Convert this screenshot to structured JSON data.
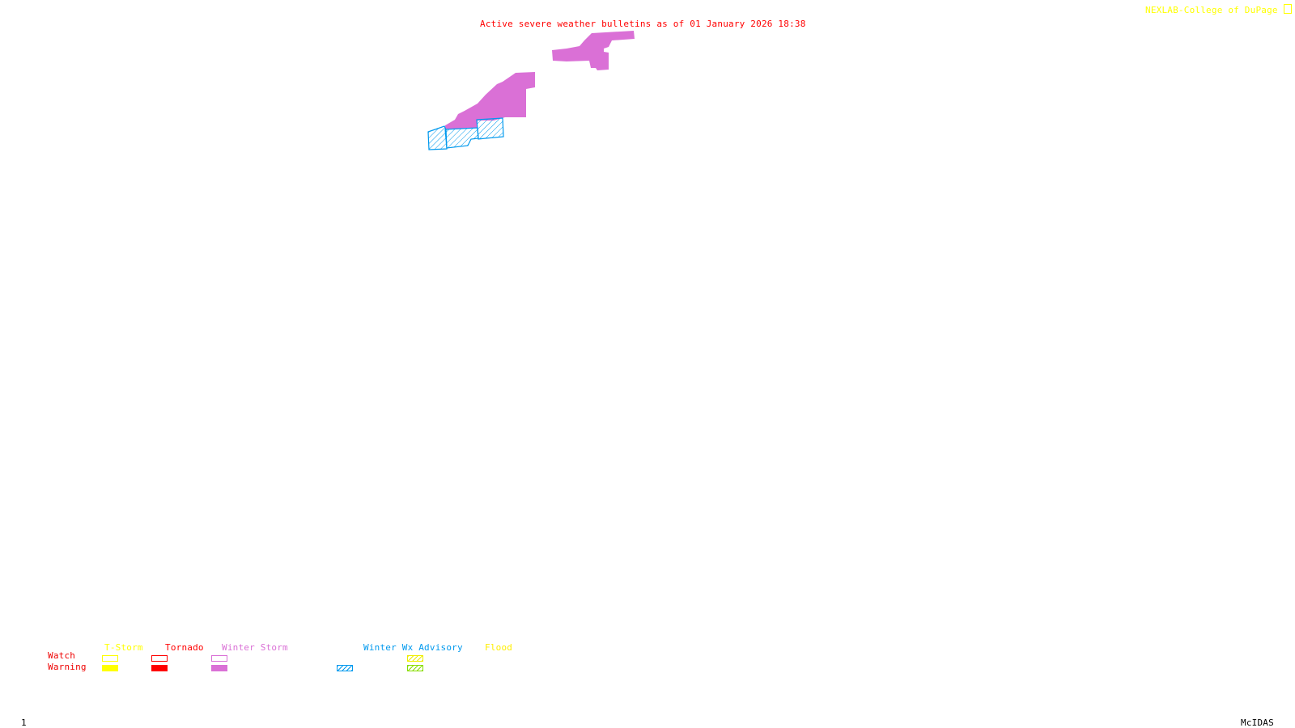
{
  "header": {
    "title": "Active severe weather bulletins as of 01 January 2026 18:38",
    "credit": "NEXLAB-College of DuPage",
    "credit_icon": "nexlab-logo-icon"
  },
  "colors": {
    "title": "#ff0000",
    "credit": "#ffff00",
    "tstorm": "#ffff00",
    "tornado": "#ff0000",
    "winter_storm": "#da70d6",
    "winter_wx_advisory": "#0099ee",
    "flood_watch": "#eeee00",
    "flood_warning": "#88dd00",
    "row_labels": "#ee0000",
    "footer": "#000000"
  },
  "map": {
    "regions": [
      {
        "type": "Winter Storm Warning",
        "style": "filled",
        "count": 2
      },
      {
        "type": "Winter Wx Advisory",
        "style": "hatched",
        "count": 3
      }
    ]
  },
  "legend": {
    "row_labels": {
      "watch": "Watch",
      "warning": "Warning"
    },
    "columns": [
      {
        "label": "T-Storm",
        "watch": "outline",
        "warning": "filled"
      },
      {
        "label": "Tornado",
        "watch": "outline",
        "warning": "filled"
      },
      {
        "label": "Winter Storm",
        "watch": "outline",
        "warning": "filled"
      },
      {
        "label": "Winter Wx Advisory",
        "watch": null,
        "warning": "hatched"
      },
      {
        "label": "Flood",
        "watch": "hatched",
        "warning": "hatched"
      }
    ]
  },
  "footer": {
    "frame_number": "1",
    "software": "McIDAS"
  }
}
